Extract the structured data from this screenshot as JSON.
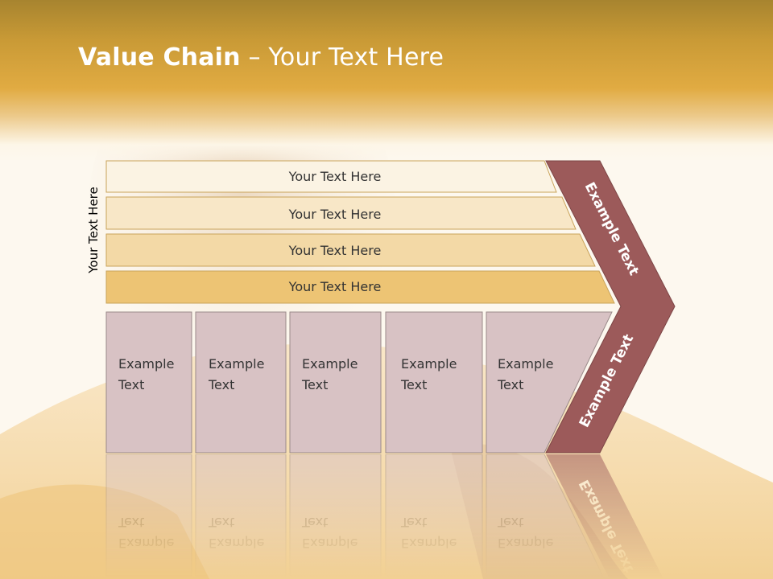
{
  "title": {
    "bold": "Value Chain",
    "rest": " – Your Text Here"
  },
  "side_label": "Your Text Here",
  "rows": [
    {
      "label": "Your Text Here",
      "color": "#fbf3e3"
    },
    {
      "label": "Your Text Here",
      "color": "#f8e7c7"
    },
    {
      "label": "Your Text Here",
      "color": "#f3d9a6"
    },
    {
      "label": "Your Text Here",
      "color": "#edc474"
    }
  ],
  "boxes": [
    {
      "line1": "Example",
      "line2": "Text"
    },
    {
      "line1": "Example",
      "line2": "Text"
    },
    {
      "line1": "Example",
      "line2": "Text"
    },
    {
      "line1": "Example",
      "line2": "Text"
    },
    {
      "line1": "Example",
      "line2": "Text"
    }
  ],
  "chevron": {
    "top_text": "Example Text",
    "bottom_text": "Example Text",
    "color": "#9c5a5a"
  },
  "colors": {
    "header": "#e1ab42",
    "box_fill": "#d8c2c4",
    "box_border": "#9a8a8a",
    "row_border": "#c9a35a"
  }
}
